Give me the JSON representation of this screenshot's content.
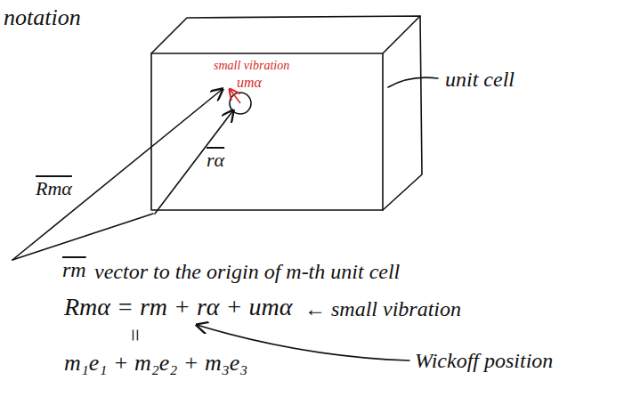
{
  "diagram": {
    "labels": [
      "notation",
      "small vibration",
      "umα",
      "unit cell",
      "Rmα",
      "rα",
      "rm",
      "vector to the origin of m-th unit cell",
      "Rmα = rm + rα + umα",
      "← small vibration",
      "=",
      "m₁e₁ + m₂e₂ + m₃e₃",
      "Wickoff position"
    ]
  }
}
